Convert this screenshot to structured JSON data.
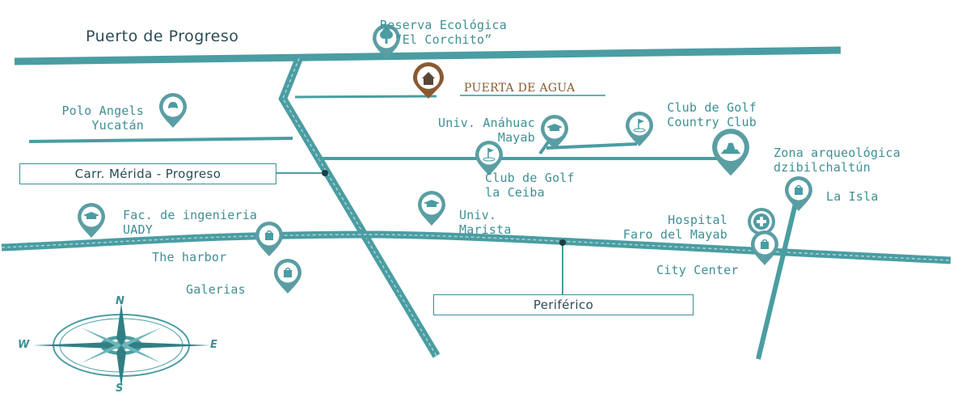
{
  "colors": {
    "road": "#4a9da2",
    "road_light": "#6fb6ba",
    "pin": "#5a9ea3",
    "brand": "#8a5a32",
    "text": "#3e8f94",
    "dark": "#2b4b55"
  },
  "title_road": "Puerto de Progreso",
  "brand": "PUERTA DE AGUA",
  "boxes": {
    "carretera": "Carr. Mérida - Progreso",
    "periferico": "Periférico"
  },
  "places": {
    "reserva": "Reserva Ecológica\n“El Corchito”",
    "polo": "Polo Angels\nYucatán",
    "anahuac": "Univ. Anáhuac\nMayab",
    "golf_country": "Club de Golf\nCountry Club",
    "zona": "Zona arqueológica\ndzibilchaltún",
    "golf_ceiba": "Club de Golf\nla Ceiba",
    "la_isla": "La Isla",
    "fac": "Fac. de ingenieria\nUADY",
    "marista": "Univ.\nMarista",
    "hospital": "Hospital\nFaro del Mayab",
    "harbor": "The harbor",
    "city_center": "City Center",
    "galerias": "Galerias"
  },
  "compass": {
    "n": "N",
    "s": "S",
    "e": "E",
    "w": "W"
  },
  "icons": [
    "tree-icon",
    "house-icon",
    "hat-icon",
    "graduation-icon",
    "golf-icon",
    "pyramid-icon",
    "shopping-bag-icon",
    "hospital-cross-icon",
    "compass-rose-icon"
  ]
}
